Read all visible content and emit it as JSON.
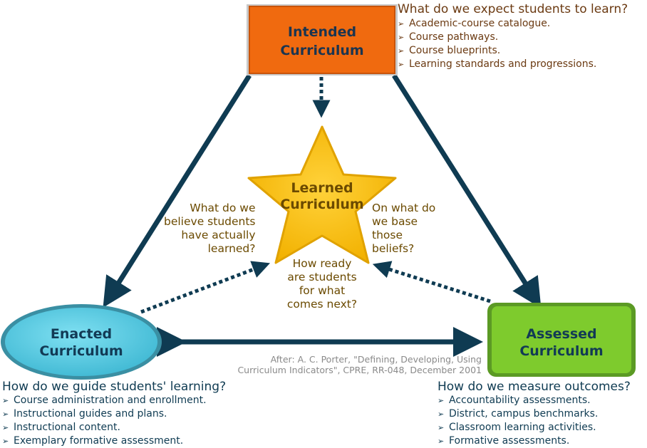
{
  "nodes": {
    "intended": {
      "line1": "Intended",
      "line2": "Curriculum"
    },
    "learned": {
      "line1": "Learned",
      "line2": "Curriculum"
    },
    "enacted": {
      "line1": "Enacted",
      "line2": "Curriculum"
    },
    "assessed": {
      "line1": "Assessed",
      "line2": "Curriculum"
    }
  },
  "intended_panel": {
    "heading": "What do we expect students to learn?",
    "items": [
      "Academic-course catalogue.",
      "Course pathways.",
      "Course blueprints.",
      "Learning standards and progressions."
    ]
  },
  "enacted_panel": {
    "heading": "How  do we guide students' learning?",
    "items": [
      "Course administration and enrollment.",
      "Instructional guides and plans.",
      "Instructional content.",
      "Exemplary formative assessment."
    ]
  },
  "assessed_panel": {
    "heading": "How do we measure outcomes?",
    "items": [
      "Accountability assessments.",
      "District, campus benchmarks.",
      "Classroom learning activities.",
      "Formative assessments."
    ]
  },
  "center_questions": {
    "left": [
      "What do we",
      "believe students",
      "have actually",
      "learned?"
    ],
    "right": [
      "On what do",
      "we base",
      "those",
      "beliefs?"
    ],
    "bottom": [
      "How ready",
      "are students",
      "for what",
      "comes next?"
    ]
  },
  "citation": {
    "line1": "After:  A. C. Porter, \"Defining, Developing, Using",
    "line2": "Curriculum Indicators\", CPRE, RR-048, December 2001"
  },
  "bullet_glyph": "➢",
  "colors": {
    "intended_fill": "#f06a0f",
    "learned_fill": "#f8bf0a",
    "enacted_fill": "#55cfe6",
    "assessed_fill": "#7ecb2d",
    "arrow": "#0f3b52",
    "dark_text": "#0f3b52",
    "brown_text": "#6b3a12"
  }
}
